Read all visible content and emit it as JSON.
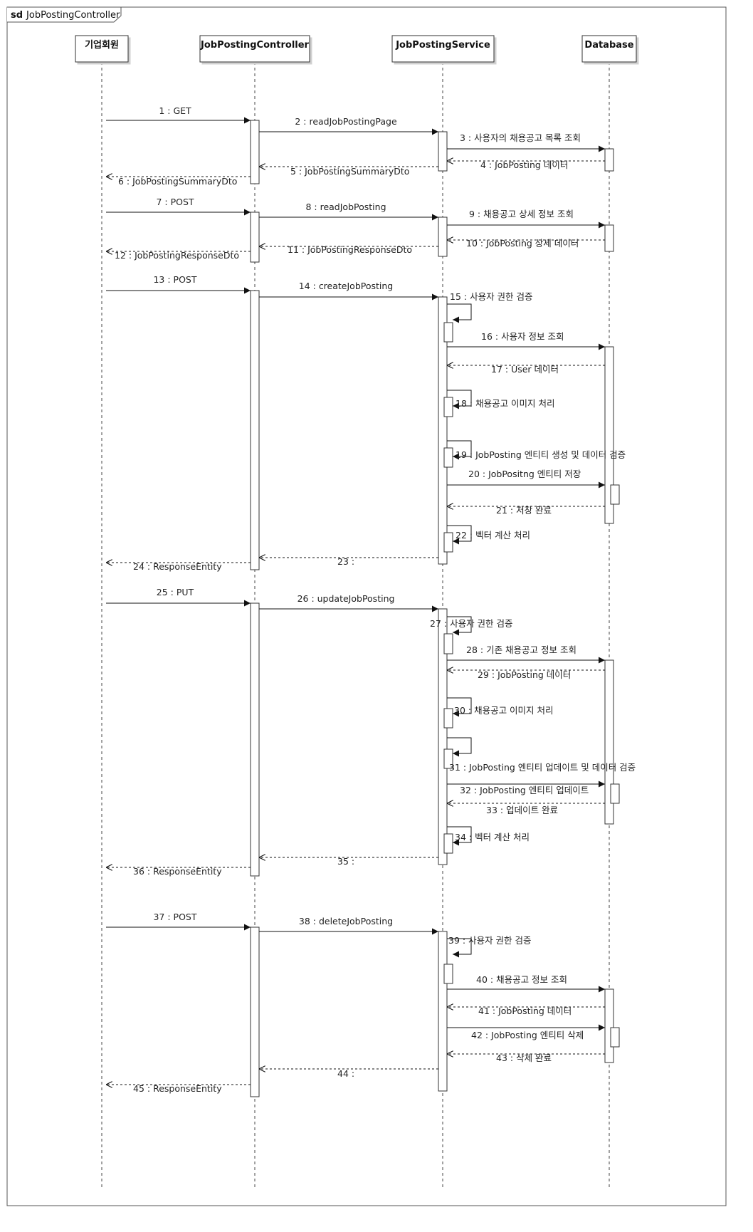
{
  "frame": {
    "keyword": "sd",
    "name": "JobPostingController"
  },
  "lifelines": [
    {
      "id": "member",
      "name": "기업회원"
    },
    {
      "id": "controller",
      "name": "JobPostingController"
    },
    {
      "id": "service",
      "name": "JobPostingService"
    },
    {
      "id": "database",
      "name": "Database"
    }
  ],
  "messages": [
    {
      "label": "1 : GET",
      "from": "member",
      "to": "controller",
      "kind": "call"
    },
    {
      "label": "2 : readJobPostingPage",
      "from": "controller",
      "to": "service",
      "kind": "call"
    },
    {
      "label": "3 : 사용자의 채용공고 목록 조회",
      "from": "service",
      "to": "database",
      "kind": "call"
    },
    {
      "label": "4 : JobPosting 데이터",
      "from": "database",
      "to": "service",
      "kind": "reply"
    },
    {
      "label": "5 : JobPostingSummaryDto",
      "from": "service",
      "to": "controller",
      "kind": "reply"
    },
    {
      "label": "6 : JobPostingSummaryDto",
      "from": "controller",
      "to": "member",
      "kind": "reply"
    },
    {
      "label": "7 : POST",
      "from": "member",
      "to": "controller",
      "kind": "call"
    },
    {
      "label": "8 : readJobPosting",
      "from": "controller",
      "to": "service",
      "kind": "call"
    },
    {
      "label": "9 : 채용공고 상세 정보 조회",
      "from": "service",
      "to": "database",
      "kind": "call"
    },
    {
      "label": "10 : JobPosting 상세 데이터",
      "from": "database",
      "to": "service",
      "kind": "reply"
    },
    {
      "label": "11 : JobPostingResponseDto",
      "from": "service",
      "to": "controller",
      "kind": "reply"
    },
    {
      "label": "12 : JobPostingResponseDto",
      "from": "controller",
      "to": "member",
      "kind": "reply"
    },
    {
      "label": "13 : POST",
      "from": "member",
      "to": "controller",
      "kind": "call"
    },
    {
      "label": "14 : createJobPosting",
      "from": "controller",
      "to": "service",
      "kind": "call"
    },
    {
      "label": "15 : 사용자 권한 검증",
      "from": "service",
      "to": "service",
      "kind": "self"
    },
    {
      "label": "16 : 사용자 정보 조회",
      "from": "service",
      "to": "database",
      "kind": "call"
    },
    {
      "label": "17 : User 데이터",
      "from": "database",
      "to": "service",
      "kind": "reply"
    },
    {
      "label": "18 : 채용공고 이미지 처리",
      "from": "service",
      "to": "service",
      "kind": "self"
    },
    {
      "label": "19 : JobPosting 엔티티 생성 및 데이터 검증",
      "from": "service",
      "to": "service",
      "kind": "self"
    },
    {
      "label": "20 : JobPositng 엔티티 저장",
      "from": "service",
      "to": "database",
      "kind": "call"
    },
    {
      "label": "21 : 저장 완료",
      "from": "database",
      "to": "service",
      "kind": "reply"
    },
    {
      "label": "22 : 벡터 계산 처리",
      "from": "service",
      "to": "service",
      "kind": "self"
    },
    {
      "label": "23 :",
      "from": "service",
      "to": "controller",
      "kind": "reply"
    },
    {
      "label": "24 : ResponseEntity",
      "from": "controller",
      "to": "member",
      "kind": "reply"
    },
    {
      "label": "25 : PUT",
      "from": "member",
      "to": "controller",
      "kind": "call"
    },
    {
      "label": "26 : updateJobPosting",
      "from": "controller",
      "to": "service",
      "kind": "call"
    },
    {
      "label": "27 : 사용자 권한 검증",
      "from": "service",
      "to": "service",
      "kind": "self"
    },
    {
      "label": "28 : 기존 채용공고 정보 조회",
      "from": "service",
      "to": "database",
      "kind": "call"
    },
    {
      "label": "29 : JobPosting 데이터",
      "from": "database",
      "to": "service",
      "kind": "reply"
    },
    {
      "label": "30 : 채용공고 이미지 처리",
      "from": "service",
      "to": "service",
      "kind": "self"
    },
    {
      "label": "31 : JobPosting 엔티티 업데이트 및 데이터 검증",
      "from": "service",
      "to": "service",
      "kind": "self"
    },
    {
      "label": "32 : JobPosting 엔티티 업데이트",
      "from": "service",
      "to": "database",
      "kind": "call"
    },
    {
      "label": "33 : 업데이트 완료",
      "from": "database",
      "to": "service",
      "kind": "reply"
    },
    {
      "label": "34 : 벡터 계산 처리",
      "from": "service",
      "to": "service",
      "kind": "self"
    },
    {
      "label": "35 :",
      "from": "service",
      "to": "controller",
      "kind": "reply"
    },
    {
      "label": "36 : ResponseEntity",
      "from": "controller",
      "to": "member",
      "kind": "reply"
    },
    {
      "label": "37 : POST",
      "from": "member",
      "to": "controller",
      "kind": "call"
    },
    {
      "label": "38 : deleteJobPosting",
      "from": "controller",
      "to": "service",
      "kind": "call"
    },
    {
      "label": "39 : 사용자 권한 검증",
      "from": "service",
      "to": "service",
      "kind": "self"
    },
    {
      "label": "40 : 채용공고 정보 조회",
      "from": "service",
      "to": "database",
      "kind": "call"
    },
    {
      "label": "41 : JobPosting 데이터",
      "from": "database",
      "to": "service",
      "kind": "reply"
    },
    {
      "label": "42 : JobPosting 엔티티 삭제",
      "from": "service",
      "to": "database",
      "kind": "call"
    },
    {
      "label": "43 : 삭제 완료",
      "from": "database",
      "to": "service",
      "kind": "reply"
    },
    {
      "label": "44 :",
      "from": "service",
      "to": "controller",
      "kind": "reply"
    },
    {
      "label": "45 : ResponseEntity",
      "from": "controller",
      "to": "member",
      "kind": "reply"
    }
  ]
}
